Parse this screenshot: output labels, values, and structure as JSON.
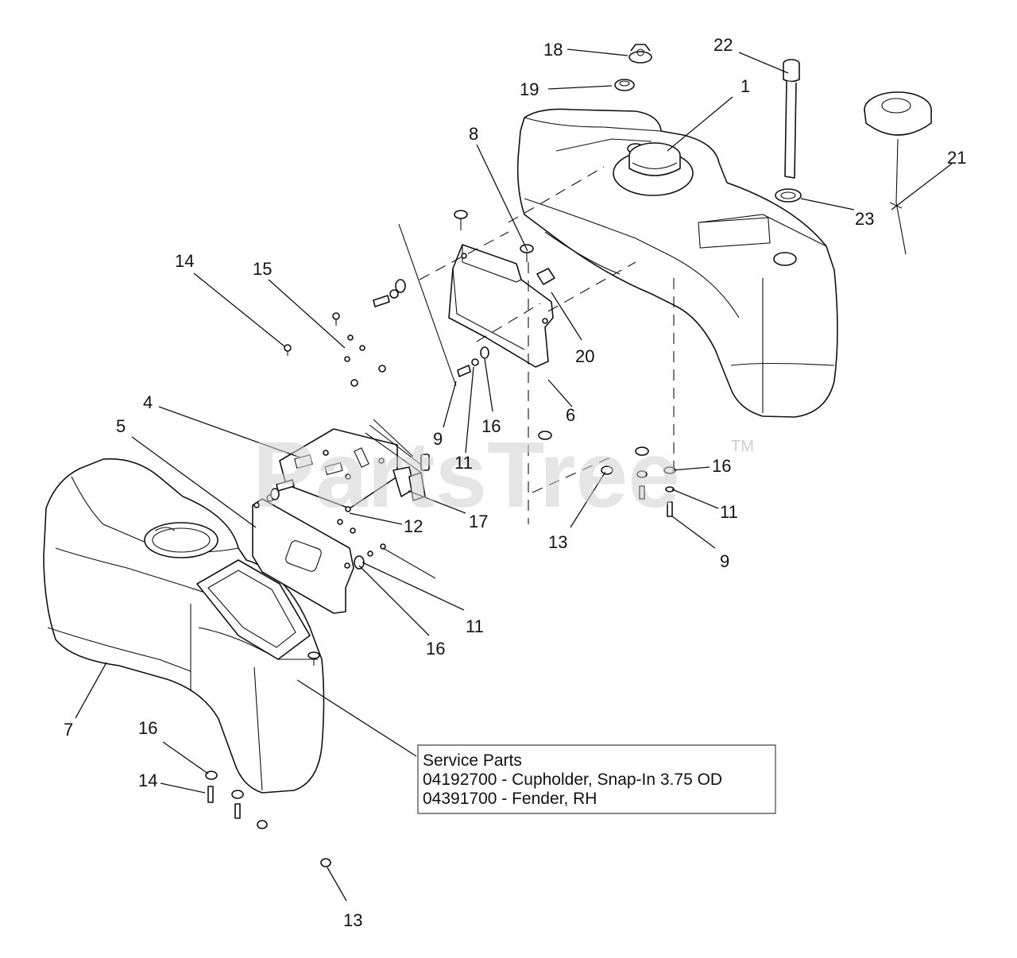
{
  "callouts": {
    "c1": "1",
    "c18": "18",
    "c19": "19",
    "c22": "22",
    "c21": "21",
    "c23": "23",
    "c8": "8",
    "c20": "20",
    "c6": "6",
    "c14a": "14",
    "c15": "15",
    "c9a": "9",
    "c11a": "11",
    "c16a": "16",
    "c4": "4",
    "c5": "5",
    "c12": "12",
    "c17": "17",
    "c13a": "13",
    "c16b": "16",
    "c11b": "11",
    "c9b": "9",
    "c11c": "11",
    "c16c": "16",
    "c7": "7",
    "c16d": "16",
    "c14b": "14",
    "c13b": "13"
  },
  "watermark": {
    "text": "PartsTree",
    "tm": "TM"
  },
  "service_parts": {
    "title": "Service Parts",
    "lines": [
      "04192700 - Cupholder, Snap-In 3.75 OD",
      "04391700 - Fender, RH"
    ]
  }
}
